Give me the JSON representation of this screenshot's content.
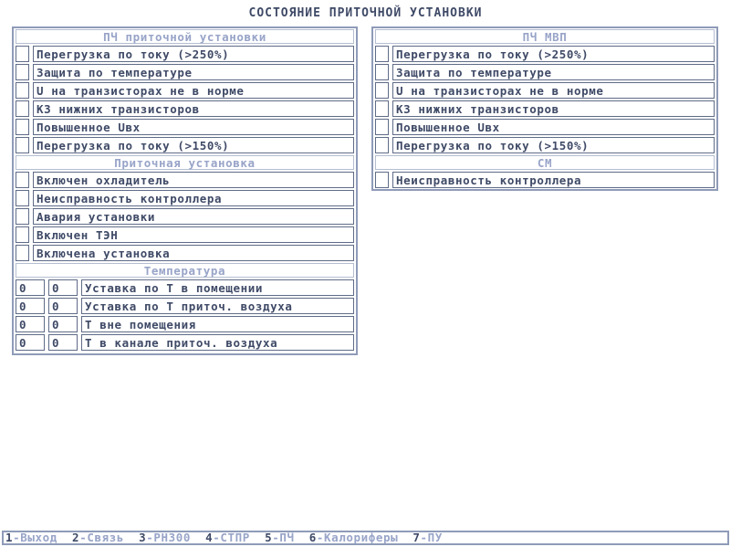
{
  "title": "СОСТОЯНИЕ ПРИТОЧНОЙ УСТАНОВКИ",
  "left_panel": {
    "section_pch": "ПЧ приточной установки",
    "pch_items": [
      "Перегрузка по току (>250%)",
      "Защита по температуре",
      "U на транзисторах не в норме",
      "КЗ нижних транзисторов",
      "Повышенное Uвх",
      "Перегрузка по току (>150%)"
    ],
    "section_unit": "Приточная установка",
    "unit_items": [
      "Включен охладитель",
      "Неисправность контроллера",
      "Авария установки",
      "Включен ТЭН",
      "Включена установка"
    ],
    "section_temp": "Температура",
    "temp_rows": [
      {
        "v1": "0",
        "v2": "0",
        "label": "Уставка по Т в помещении"
      },
      {
        "v1": "0",
        "v2": "0",
        "label": "Уставка по Т приточ. воздуха"
      },
      {
        "v1": "0",
        "v2": "0",
        "label": "Т вне помещения"
      },
      {
        "v1": "0",
        "v2": "0",
        "label": "Т в канале приточ. воздуха"
      }
    ]
  },
  "right_panel": {
    "section_mvp": "ПЧ МВП",
    "mvp_items": [
      "Перегрузка по току (>250%)",
      "Защита по температуре",
      "U на транзисторах не в норме",
      "КЗ нижних транзисторов",
      "Повышенное Uвх",
      "Перегрузка по току (>150%)"
    ],
    "section_cm": "СМ",
    "cm_items": [
      "Неисправность контроллера"
    ]
  },
  "footer": [
    {
      "key": "1",
      "text": "-Выход"
    },
    {
      "key": "2",
      "text": "-Связь"
    },
    {
      "key": "3",
      "text": "-РН300"
    },
    {
      "key": "4",
      "text": "-СТПР"
    },
    {
      "key": "5",
      "text": "-ПЧ"
    },
    {
      "key": "6",
      "text": "-Калориферы"
    },
    {
      "key": "7",
      "text": "-ПУ"
    }
  ]
}
